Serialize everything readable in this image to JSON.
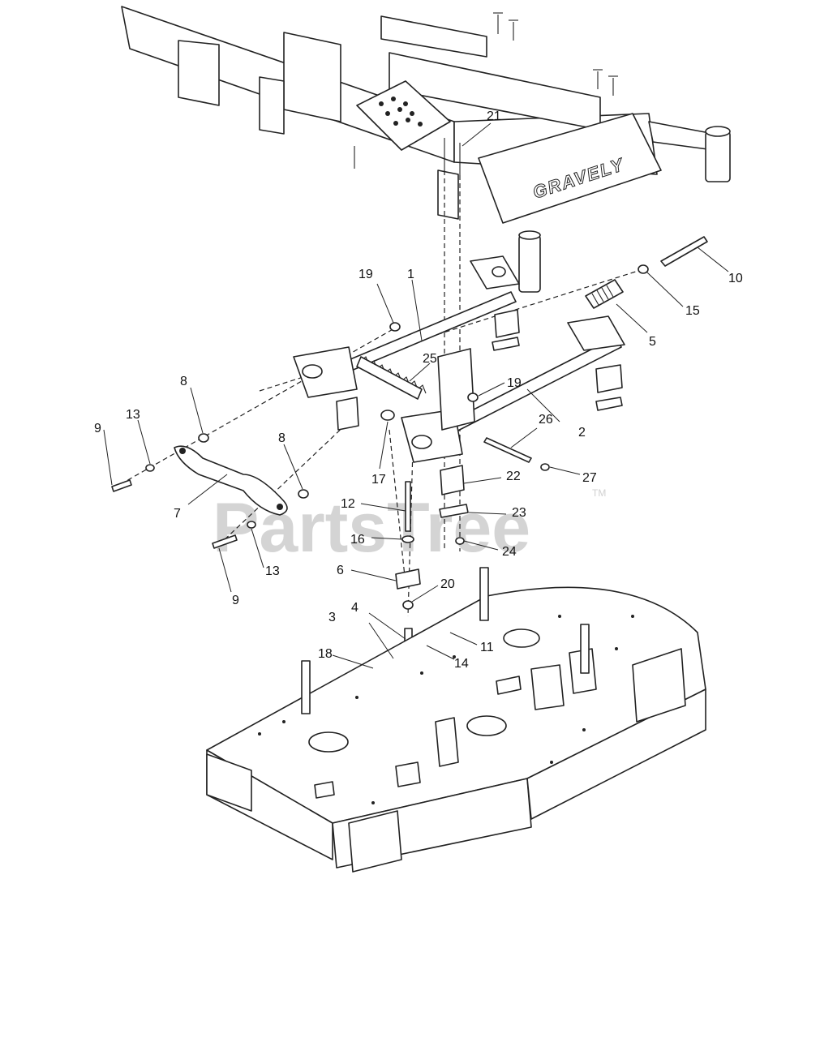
{
  "brand_text": "GRAVELY",
  "watermark": {
    "text": "PartsTree",
    "trademark": "TM"
  },
  "callouts": [
    {
      "id": "c1",
      "label": "1"
    },
    {
      "id": "c2",
      "label": "2"
    },
    {
      "id": "c3",
      "label": "3"
    },
    {
      "id": "c4",
      "label": "4"
    },
    {
      "id": "c5",
      "label": "5"
    },
    {
      "id": "c6",
      "label": "6"
    },
    {
      "id": "c7",
      "label": "7"
    },
    {
      "id": "c8a",
      "label": "8"
    },
    {
      "id": "c8b",
      "label": "8"
    },
    {
      "id": "c9a",
      "label": "9"
    },
    {
      "id": "c9b",
      "label": "9"
    },
    {
      "id": "c10",
      "label": "10"
    },
    {
      "id": "c11",
      "label": "11"
    },
    {
      "id": "c12",
      "label": "12"
    },
    {
      "id": "c13a",
      "label": "13"
    },
    {
      "id": "c13b",
      "label": "13"
    },
    {
      "id": "c14",
      "label": "14"
    },
    {
      "id": "c15",
      "label": "15"
    },
    {
      "id": "c16",
      "label": "16"
    },
    {
      "id": "c17",
      "label": "17"
    },
    {
      "id": "c18",
      "label": "18"
    },
    {
      "id": "c19a",
      "label": "19"
    },
    {
      "id": "c19b",
      "label": "19"
    },
    {
      "id": "c20",
      "label": "20"
    },
    {
      "id": "c21",
      "label": "21"
    },
    {
      "id": "c22",
      "label": "22"
    },
    {
      "id": "c23",
      "label": "23"
    },
    {
      "id": "c24",
      "label": "24"
    },
    {
      "id": "c25",
      "label": "25"
    },
    {
      "id": "c26",
      "label": "26"
    },
    {
      "id": "c27",
      "label": "27"
    }
  ]
}
